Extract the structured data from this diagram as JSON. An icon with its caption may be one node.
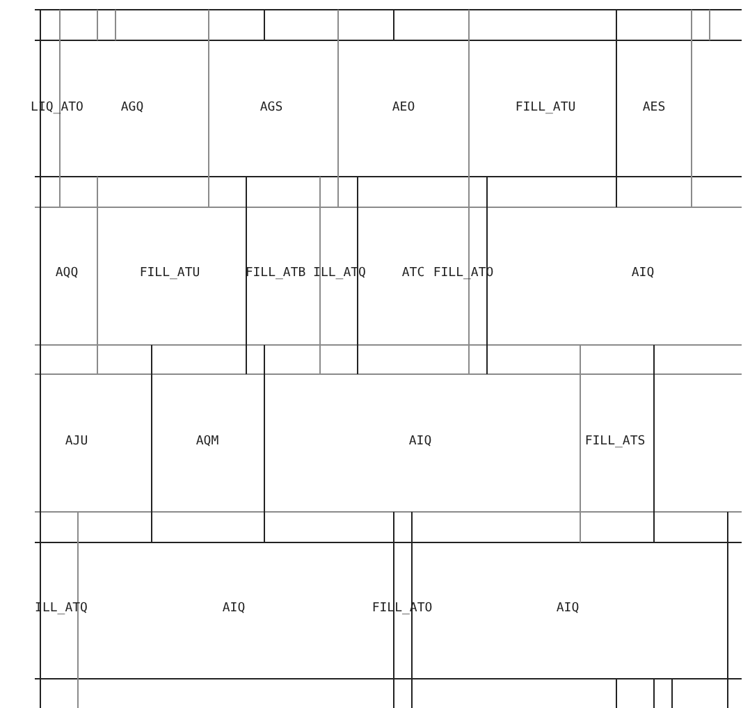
{
  "diagram": {
    "labels": [
      "LIQ_ATO",
      "AGQ",
      "AGS",
      "AEO",
      "FILL_ATU",
      "AES",
      "AQQ",
      "FILL_ATU",
      "FILL_ATB",
      "ILL_ATQ",
      "ATC",
      "FILL_ATO",
      "AIQ",
      "AJU",
      "AQM",
      "AIQ",
      "FILL_ATS",
      "ILL_ATQ",
      "AIQ",
      "FILL_ATO",
      "AIQ"
    ]
  }
}
